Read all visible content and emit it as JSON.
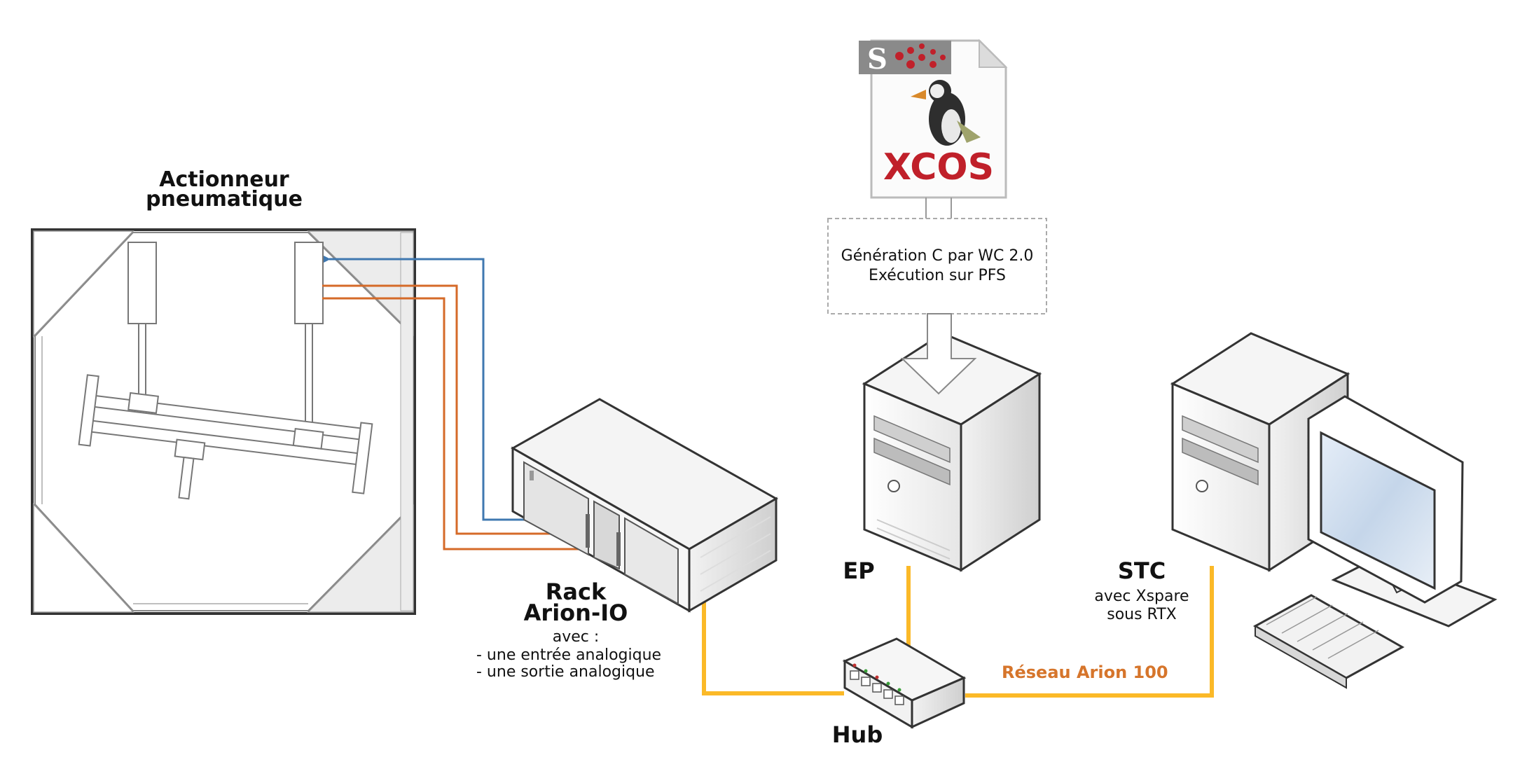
{
  "actuator": {
    "title_line1": "Actionneur",
    "title_line2": "pneumatique"
  },
  "rack": {
    "title_line1": "Rack",
    "title_line2": "Arion-IO",
    "desc_line1": "avec :",
    "desc_line2": "- une entrée analogique",
    "desc_line3": "- une sortie analogique"
  },
  "xcos": {
    "logo_letter": "S",
    "label": "XCOS"
  },
  "generation": {
    "line1": "Génération C par WC 2.0",
    "line2": "Exécution sur PFS"
  },
  "ep": {
    "label": "EP"
  },
  "stc": {
    "label": "STC",
    "desc_line1": "avec Xspare",
    "desc_line2": "sous RTX"
  },
  "hub": {
    "label": "Hub"
  },
  "network": {
    "label": "Réseau Arion 100"
  },
  "colors": {
    "network_line": "#fbb928",
    "network_label": "#d6752b",
    "signal_out": "#3f78b0",
    "signal_in": "#d56a28",
    "xcos_red": "#c0202a"
  }
}
